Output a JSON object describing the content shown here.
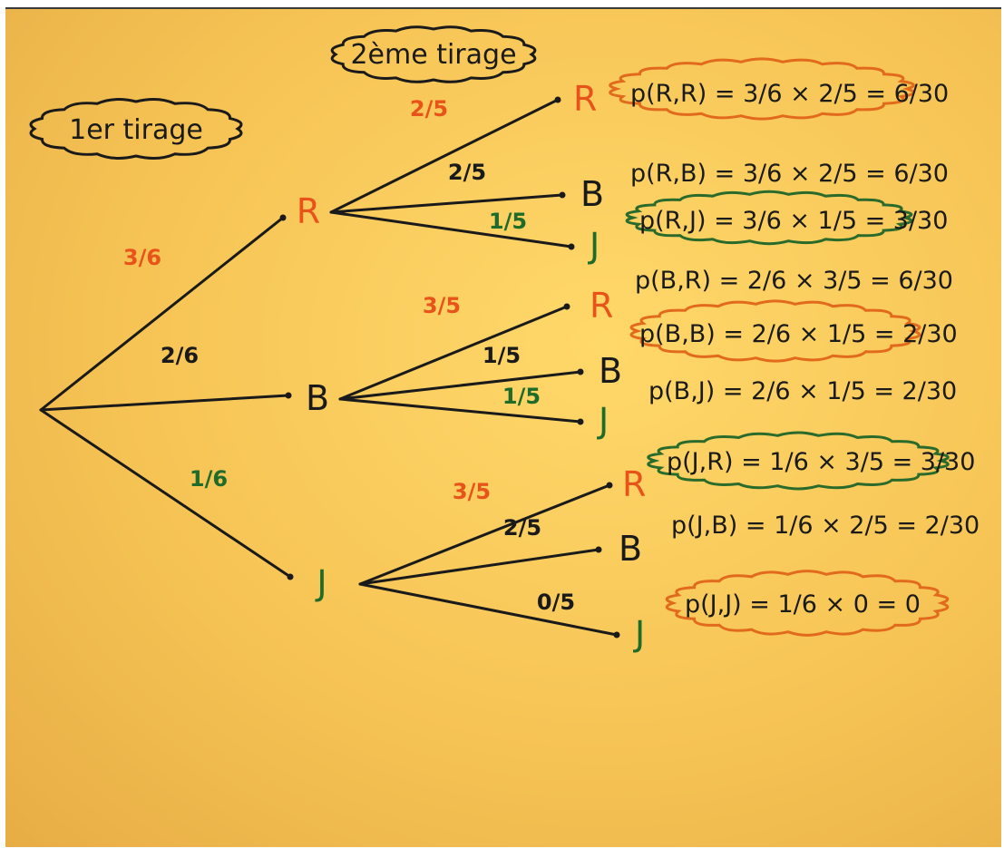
{
  "colors": {
    "paper": "#f6c455",
    "ink": "#1a1a1a",
    "red": "#e8531a",
    "green": "#1e6b2a",
    "orange_cloud": "#e26a1c",
    "green_cloud": "#2a6a2a",
    "black_cloud": "#1a1a1a"
  },
  "labels": {
    "first_draw": "1er tirage",
    "second_draw": "2ème tirage"
  },
  "first_level": [
    {
      "node": "R",
      "weight": "3/6",
      "color": "red"
    },
    {
      "node": "B",
      "weight": "2/6",
      "color": "ink"
    },
    {
      "node": "J",
      "weight": "1/6",
      "color": "green"
    }
  ],
  "second_level": [
    {
      "parent": "R",
      "node": "R",
      "weight": "2/5",
      "color": "red",
      "weight_color": "red",
      "formula": "p(R,R) = 3/6 × 2/5 = 6/30",
      "cloud": "orange"
    },
    {
      "parent": "R",
      "node": "B",
      "weight": "2/5",
      "color": "ink",
      "weight_color": "ink",
      "formula": "p(R,B) = 3/6 × 2/5 = 6/30",
      "cloud": "none"
    },
    {
      "parent": "R",
      "node": "J",
      "weight": "1/5",
      "color": "green",
      "weight_color": "green",
      "formula": "p(R,J) = 3/6 × 1/5 = 3/30",
      "cloud": "green"
    },
    {
      "parent": "B",
      "node": "R",
      "weight": "3/5",
      "color": "red",
      "weight_color": "red",
      "formula": "p(B,R) = 2/6 × 3/5 = 6/30",
      "cloud": "none"
    },
    {
      "parent": "B",
      "node": "B",
      "weight": "1/5",
      "color": "ink",
      "weight_color": "ink",
      "formula": "p(B,B) = 2/6 × 1/5 = 2/30",
      "cloud": "orange"
    },
    {
      "parent": "B",
      "node": "J",
      "weight": "1/5",
      "color": "green",
      "weight_color": "green",
      "formula": "p(B,J) = 2/6 × 1/5 = 2/30",
      "cloud": "none"
    },
    {
      "parent": "J",
      "node": "R",
      "weight": "3/5",
      "color": "red",
      "weight_color": "red",
      "formula": "p(J,R) = 1/6 × 3/5 = 3/30",
      "cloud": "green"
    },
    {
      "parent": "J",
      "node": "B",
      "weight": "2/5",
      "color": "ink",
      "weight_color": "ink",
      "formula": "p(J,B) = 1/6 × 2/5 = 2/30",
      "cloud": "none"
    },
    {
      "parent": "J",
      "node": "J",
      "weight": "0/5",
      "color": "green",
      "weight_color": "ink",
      "formula": "p(J,J) = 1/6 × 0 = 0",
      "cloud": "orange"
    }
  ]
}
